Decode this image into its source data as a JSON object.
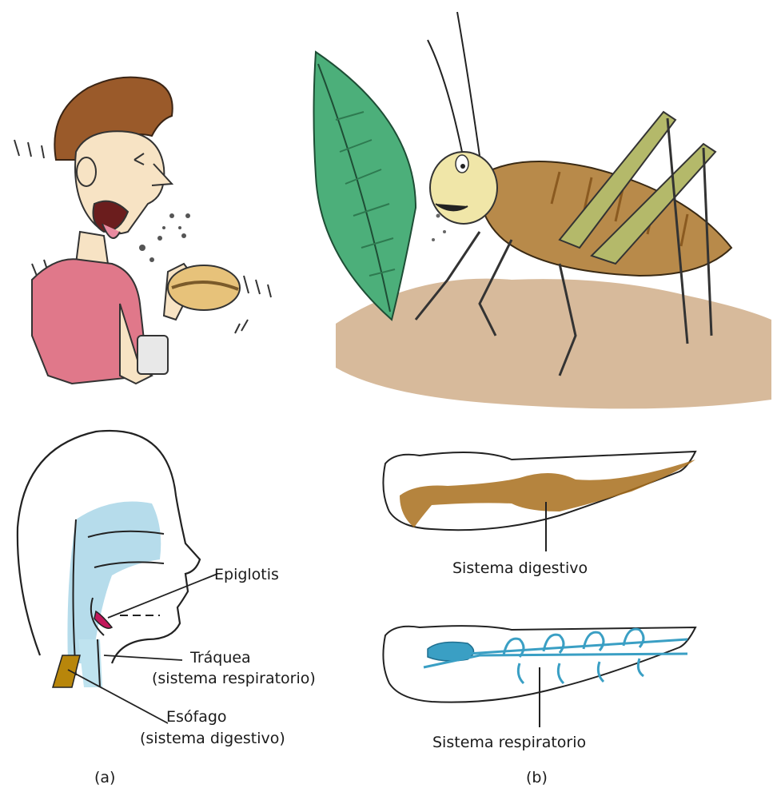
{
  "panel_a": {
    "tag": "(a)",
    "labels": {
      "epiglottis": "Epiglotis",
      "trachea": "Tráquea",
      "trachea_system": "(sistema respiratorio)",
      "esophagus": "Esófago",
      "esophagus_system": "(sistema digestivo)"
    }
  },
  "panel_b": {
    "tag": "(b)",
    "labels": {
      "digestive": "Sistema digestivo",
      "respiratory": "Sistema respiratorio"
    }
  },
  "colors": {
    "airway": "#a9d6e8",
    "trachea_fill": "#bfe3ef",
    "esophagus": "#b8860b",
    "epiglottis": "#c2185b",
    "gut": "#a86f1c",
    "tracheae": "#3a9fc4",
    "leaf": "#4caf7a",
    "ground": "#c9a37a",
    "grasshopper_body": "#b88a4a",
    "grasshopper_legs": "#b4b96a",
    "shirt": "#e0788a",
    "hair": "#9a5a2a",
    "skin": "#f7e3c4"
  }
}
